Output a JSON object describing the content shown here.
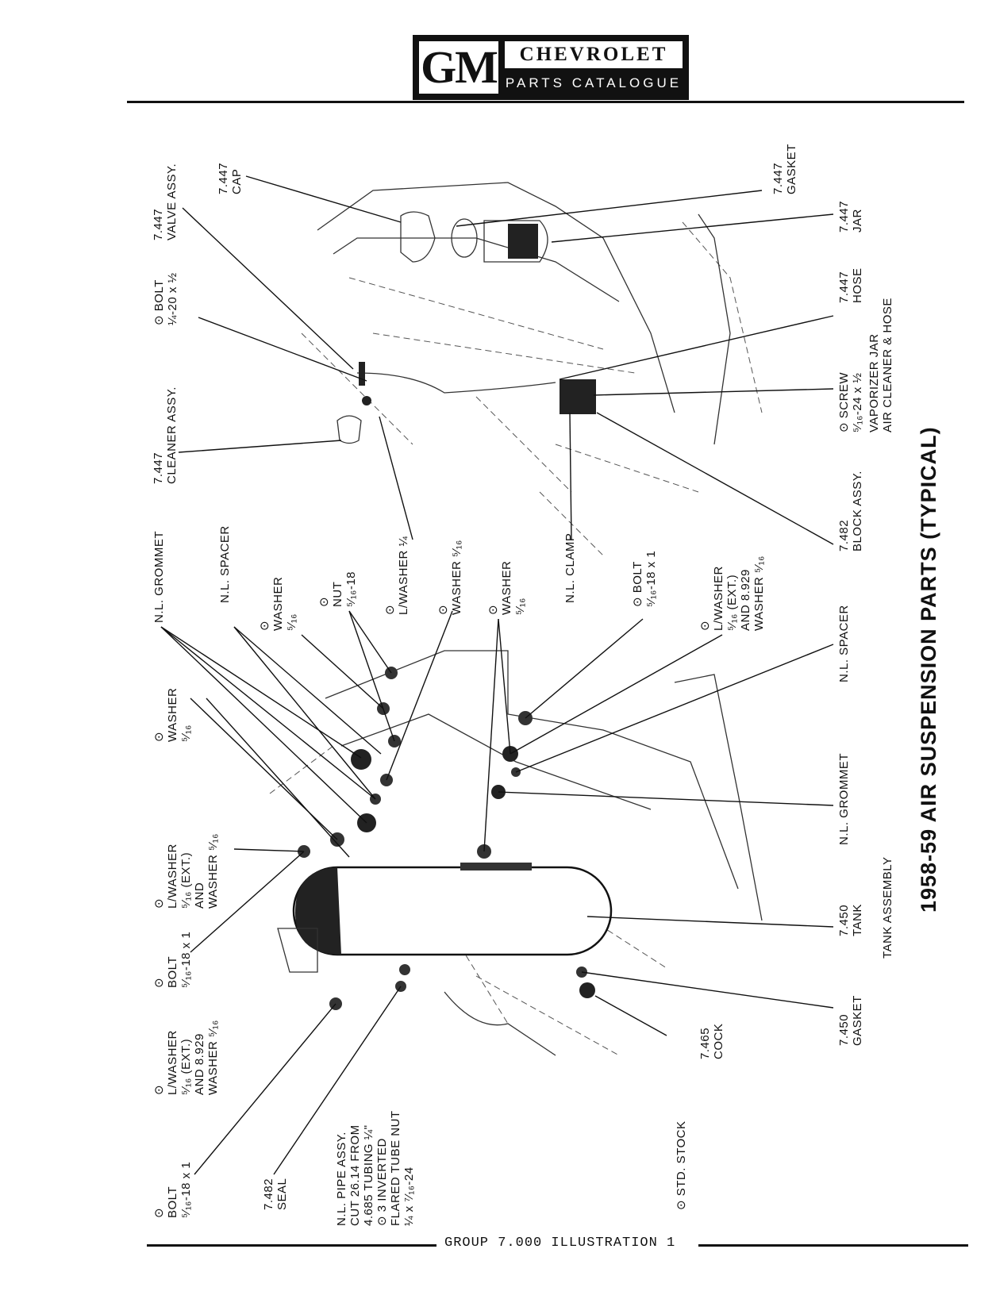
{
  "header": {
    "logo": "GM",
    "brand": "CHEVROLET",
    "subtitle": "PARTS CATALOGUE"
  },
  "title": "1958-59 AIR SUSPENSION PARTS (TYPICAL)",
  "footer": "GROUP 7.000 ILLUSTRATION 1",
  "labels": {
    "gasket_top": [
      "7.447",
      "GASKET"
    ],
    "cap": [
      "7.447",
      "CAP"
    ],
    "valve_assy": [
      "7.447",
      "VALVE ASSY."
    ],
    "jar": [
      "7.447",
      "JAR"
    ],
    "bolt_top": [
      "⊙ BOLT",
      "¼-20 x ½"
    ],
    "hose": [
      "7.447",
      "HOSE"
    ],
    "cleaner_assy": [
      "7.447",
      "CLEANER ASSY."
    ],
    "screw": [
      "⊙ SCREW",
      "⁵⁄₁₆-24 x ½"
    ],
    "vaporizer": [
      "VAPORIZER JAR",
      "AIR CLEANER & HOSE"
    ],
    "block_assy": [
      "7.482",
      "BLOCK ASSY."
    ],
    "grommet_top": [
      "N.L. GROMMET"
    ],
    "spacer_left": [
      "N.L. SPACER"
    ],
    "washer_516a": [
      "⊙",
      "WASHER",
      "⁵⁄₁₆"
    ],
    "nut": [
      "⊙",
      "NUT",
      "⁵⁄₁₆-18"
    ],
    "lwasher_14": [
      "⊙",
      "L/WASHER ¼"
    ],
    "washer_516b": [
      "⊙",
      "WASHER ⁵⁄₁₆"
    ],
    "washer_516c": [
      "⊙",
      "WASHER",
      "⁵⁄₁₆"
    ],
    "clamp": [
      "N.L. CLAMP"
    ],
    "bolt_mid": [
      "⊙ BOLT",
      "⁵⁄₁₆-18 x 1"
    ],
    "lwasher_ext_right": [
      "⊙",
      "L/WASHER",
      "⁵⁄₁₆ (EXT.)",
      "AND 8.929",
      "WASHER ⁵⁄₁₆"
    ],
    "spacer_right": [
      "N.L. SPACER"
    ],
    "washer_left": [
      "⊙",
      "WASHER",
      "⁵⁄₁₆"
    ],
    "lwasher_ext_mid": [
      "⊙",
      "L/WASHER",
      "⁵⁄₁₆ (EXT.)",
      "AND",
      "WASHER ⁵⁄₁₆"
    ],
    "grommet_right": [
      "N.L. GROMMET"
    ],
    "bolt_tank": [
      "⊙",
      "BOLT",
      "⁵⁄₁₆-18 x 1"
    ],
    "tank": [
      "7.450",
      "TANK"
    ],
    "tank_assembly": [
      "TANK ASSEMBLY"
    ],
    "lwasher_ext_low": [
      "⊙",
      "L/WASHER",
      "⁵⁄₁₆ (EXT.)",
      "AND 8.929",
      "WASHER ⁵⁄₁₆"
    ],
    "gasket_low": [
      "7.450",
      "GASKET"
    ],
    "cock": [
      "7.465",
      "COCK"
    ],
    "bolt_low": [
      "⊙",
      "BOLT",
      "⁵⁄₁₆-18 x 1"
    ],
    "seal": [
      "7.482",
      "SEAL"
    ],
    "pipe": [
      "N.L. PIPE ASSY.",
      "CUT 26.14 FROM",
      "4.685 TUBING ¼\"",
      "⊙ 3 INVERTED",
      "FLARED TUBE NUT",
      "¼ x ⁷⁄₁₆-24"
    ],
    "std_stock": [
      "⊙ STD. STOCK"
    ]
  }
}
